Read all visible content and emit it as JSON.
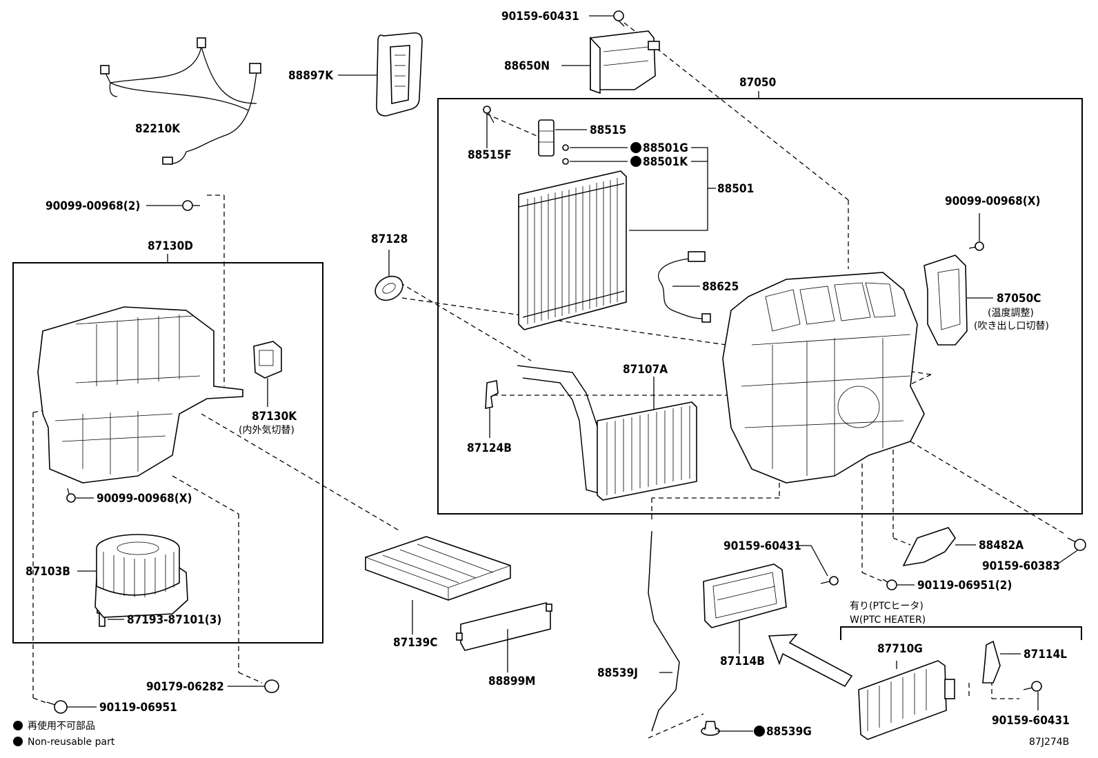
{
  "labels": {
    "p82210K": "82210K",
    "p88897K": "88897K",
    "p90159_60431_top": "90159-60431",
    "p88650N": "88650N",
    "p87050": "87050",
    "p88515": "88515",
    "p88515F": "88515F",
    "p88501G": "88501G",
    "p88501K": "88501K",
    "p88501": "88501",
    "p90099_00968_2": "90099-00968(2)",
    "p87130D": "87130D",
    "p87128": "87128",
    "p90099_00968_X_right": "90099-00968(X)",
    "p88625": "88625",
    "p87050C": "87050C",
    "p87050C_sub1": "(温度調整)",
    "p87050C_sub2": "(吹き出し口切替)",
    "p87130K": "87130K",
    "p87130K_sub": "(内外気切替)",
    "p87107A": "87107A",
    "p87124B": "87124B",
    "p90099_00968_X_left": "90099-00968(X)",
    "p87103B": "87103B",
    "p87193_87101": "87193-87101(3)",
    "p88482A": "88482A",
    "p90159_60383": "90159-60383",
    "p90159_60431_mid": "90159-60431",
    "p90119_06951_2": "90119-06951(2)",
    "p87139C": "87139C",
    "p88899M": "88899M",
    "p87114B": "87114B",
    "ptc_jp": "有り(PTCヒータ)",
    "ptc_en": "W(PTC HEATER)",
    "p87710G": "87710G",
    "p87114L": "87114L",
    "p88539J": "88539J",
    "p90179_06282": "90179-06282",
    "p90119_06951": "90119-06951",
    "p88539G": "88539G",
    "p90159_60431_bot": "90159-60431",
    "legend_jp": "再使用不可部品",
    "legend_en": "Non-reusable part",
    "figure_code": "87J274B"
  }
}
